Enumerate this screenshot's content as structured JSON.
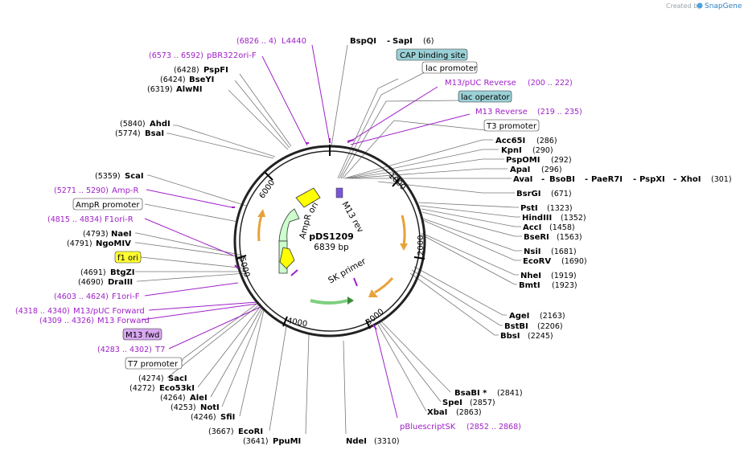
{
  "credit": {
    "text": "Created by",
    "brand": "SnapGene"
  },
  "plasmid": {
    "name": "pDS1209",
    "size": "6839 bp"
  },
  "ticks": [
    "1000",
    "2000",
    "3000",
    "4000",
    "5000",
    "6000"
  ],
  "features": {
    "ori": "ori",
    "ampr": "AmpR",
    "m13rev": "M13 rev",
    "skprimer": "SK primer"
  },
  "colors": {
    "primer": "#a020c8",
    "backbone": "#000000",
    "amp": "#ccffcc",
    "ori": "#ffff00",
    "cap": "#9ad0d6",
    "m13fwd": "#d8a8f0",
    "f1ori": "#ffff33",
    "arrow_orange": "#e8a23a"
  },
  "right_labels": [
    {
      "enzyme": "BspQI",
      "sep": "-",
      "enzyme2": "SapI",
      "pos": "(6)"
    },
    {
      "box": "CAP binding site"
    },
    {
      "box": "lac promoter"
    },
    {
      "primer": "M13/pUC Reverse",
      "pos": "(200 .. 222)"
    },
    {
      "box": "lac operator"
    },
    {
      "primer": "M13 Reverse",
      "pos": "(219 .. 235)"
    },
    {
      "box": "T3 promoter"
    },
    {
      "enzyme": "Acc65I",
      "pos": "(286)"
    },
    {
      "enzyme": "KpnI",
      "pos": "(290)"
    },
    {
      "enzyme": "PspOMI",
      "pos": "(292)"
    },
    {
      "enzyme": "ApaI",
      "pos": "(296)"
    },
    {
      "enzyme": "AvaI",
      "pos": "(301)"
    },
    {
      "enzyme": "BsrGI",
      "pos": "(671)"
    },
    {
      "enzyme": "PstI",
      "pos": "(1323)"
    },
    {
      "enzyme": "HindIII",
      "pos": "(1352)"
    },
    {
      "enzyme": "AccI",
      "pos": "(1458)"
    },
    {
      "enzyme": "BseRI",
      "pos": "(1563)"
    },
    {
      "enzyme": "NsiI",
      "pos": "(1681)"
    },
    {
      "enzyme": "EcoRV",
      "pos": "(1690)"
    },
    {
      "enzyme": "NheI",
      "pos": "(1919)"
    },
    {
      "enzyme": "BmtI",
      "pos": "(1923)"
    },
    {
      "enzyme": "AgeI",
      "pos": "(2163)"
    },
    {
      "enzyme": "BstBI",
      "pos": "(2206)"
    },
    {
      "enzyme": "BbsI",
      "pos": "(2245)"
    },
    {
      "enzyme": "BsaBI *",
      "pos": "(2841)"
    },
    {
      "enzyme": "SpeI",
      "pos": "(2857)"
    },
    {
      "enzyme": "XbaI",
      "pos": "(2863)"
    },
    {
      "primer": "pBluescriptSK",
      "pos": "(2852 .. 2868)"
    },
    {
      "enzyme": "NdeI",
      "pos": "(3310)"
    }
  ],
  "avai_line": [
    "AvaI",
    "-",
    "BsoBI",
    "-",
    "PaeR7I",
    "-",
    "PspXI",
    "-",
    "XhoI"
  ],
  "left_labels": [
    {
      "primer": "L4440",
      "pos": "(6826 .. 4)"
    },
    {
      "primer": "pBR322ori-F",
      "pos": "(6573 .. 6592)"
    },
    {
      "enzyme": "PspFI",
      "pos": "(6428)"
    },
    {
      "enzyme": "BseYI",
      "pos": "(6424)"
    },
    {
      "enzyme": "AlwNI",
      "pos": "(6319)"
    },
    {
      "enzyme": "AhdI",
      "pos": "(5840)"
    },
    {
      "enzyme": "BsaI",
      "pos": "(5774)"
    },
    {
      "enzyme": "ScaI",
      "pos": "(5359)"
    },
    {
      "primer": "Amp-R",
      "pos": "(5271 .. 5290)"
    },
    {
      "box": "AmpR promoter"
    },
    {
      "primer": "F1ori-R",
      "pos": "(4815 .. 4834)"
    },
    {
      "enzyme": "NaeI",
      "pos": "(4793)"
    },
    {
      "enzyme": "NgoMIV",
      "pos": "(4791)"
    },
    {
      "box": "f1 ori"
    },
    {
      "enzyme": "BtgZI",
      "pos": "(4691)"
    },
    {
      "enzyme": "DraIII",
      "pos": "(4690)"
    },
    {
      "primer": "F1ori-F",
      "pos": "(4603 .. 4624)"
    },
    {
      "primer": "M13/pUC Forward",
      "pos": "(4318 .. 4340)"
    },
    {
      "primer": "M13 Forward",
      "pos": "(4309 .. 4326)"
    },
    {
      "box": "M13 fwd"
    },
    {
      "primer": "T7",
      "pos": "(4283 .. 4302)"
    },
    {
      "box": "T7 promoter"
    },
    {
      "enzyme": "SacI",
      "pos": "(4274)"
    },
    {
      "enzyme": "Eco53kI",
      "pos": "(4272)"
    },
    {
      "enzyme": "AleI",
      "pos": "(4264)"
    },
    {
      "enzyme": "NotI",
      "pos": "(4253)"
    },
    {
      "enzyme": "SfiI",
      "pos": "(4246)"
    },
    {
      "enzyme": "EcoRI",
      "pos": "(3667)"
    },
    {
      "enzyme": "PpuMI",
      "pos": "(3641)"
    }
  ]
}
